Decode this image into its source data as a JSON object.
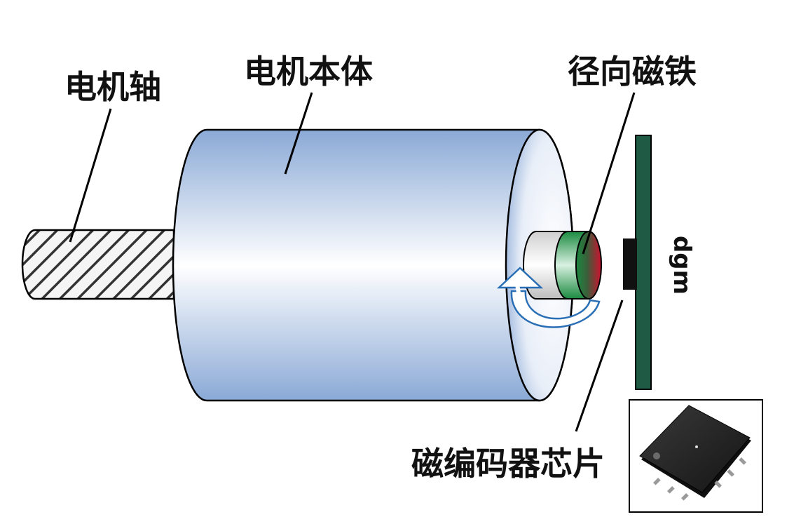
{
  "labels": {
    "shaft": "电机轴",
    "body": "电机本体",
    "magnet": "径向磁铁",
    "chip": "磁编码器芯片",
    "watermark": "dgm"
  },
  "colors": {
    "body_blue_edge": "#8aa9d6",
    "body_blue_mid": "#ffffff",
    "magnet_red": "#d01030",
    "magnet_green": "#1a8a40",
    "pcb_green": "#1f5a45",
    "rotation_arrow": "#2a6fb5",
    "chip_black": "#1a1a1a"
  }
}
